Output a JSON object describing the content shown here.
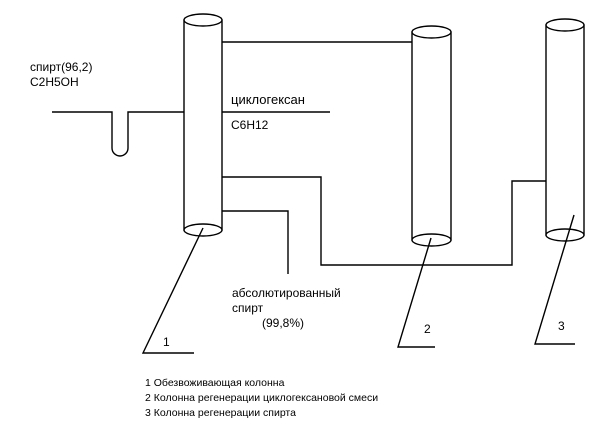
{
  "feed": {
    "name": "спирт(96,2)",
    "formula": "C2H5OH"
  },
  "entrainer": {
    "name": "циклогексан",
    "formula": "C6H12"
  },
  "product": {
    "line1": "абсолютированный",
    "line2": "спирт",
    "purity": "(99,8%)"
  },
  "columns": [
    {
      "number": "1"
    },
    {
      "number": "2"
    },
    {
      "number": "3"
    }
  ],
  "legend": [
    "1 Обезвоживающая колонна",
    "2 Колонна регенерации циклогексановой смеси",
    "3 Колонна регенерации спирта"
  ]
}
